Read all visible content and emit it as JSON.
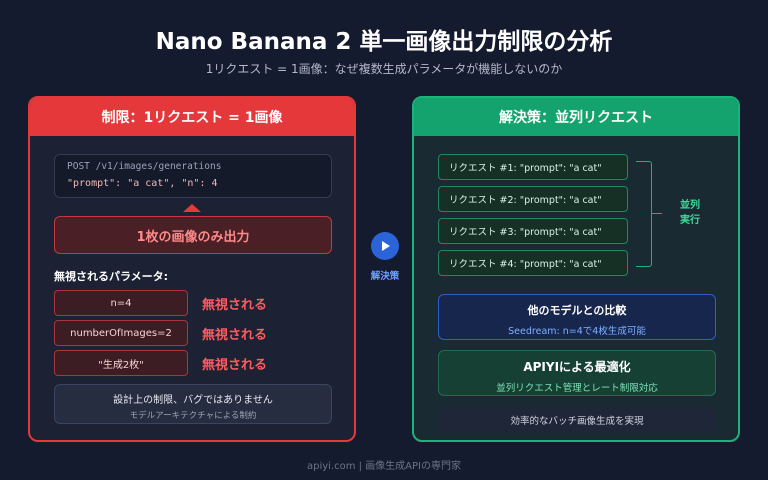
{
  "title": "Nano Banana 2 単一画像出力制限の分析",
  "subtitle": "1リクエスト = 1画像：なぜ複数生成パラメータが機能しないのか",
  "left": {
    "header": "制限：1リクエスト = 1画像",
    "code_line1": "POST /v1/images/generations",
    "code_line2": "\"prompt\": \"a cat\", \"n\": 4",
    "output": "1枚の画像のみ出力",
    "ignored_heading": "無視されるパラメータ:",
    "params": [
      {
        "name": "n=4",
        "status": "無視される"
      },
      {
        "name": "numberOfImages=2",
        "status": "無視される"
      },
      {
        "name": "\"生成2枚\"",
        "status": "無視される"
      }
    ],
    "note_main": "設計上の制限、バグではありません",
    "note_sub": "モデルアーキテクチャによる制約"
  },
  "center": {
    "label": "解決策"
  },
  "right": {
    "header": "解決策：並列リクエスト",
    "requests": [
      "リクエスト #1: \"prompt\": \"a cat\"",
      "リクエスト #2: \"prompt\": \"a cat\"",
      "リクエスト #3: \"prompt\": \"a cat\"",
      "リクエスト #4: \"prompt\": \"a cat\""
    ],
    "parallel_label_1": "並列",
    "parallel_label_2": "実行",
    "compare_title": "他のモデルとの比較",
    "compare_sub": "Seedream: n=4で4枚生成可能",
    "opt_title": "APIYIによる最適化",
    "opt_sub": "並列リクエスト管理とレート制限対応",
    "footer_note": "効率的なバッチ画像生成を実現"
  },
  "footer": "apiyi.com | 画像生成APIの専門家",
  "colors": {
    "background": "#151b2e",
    "limit_red": "#e5383b",
    "solution_green": "#19b47a",
    "accent_blue": "#2b63d9"
  }
}
